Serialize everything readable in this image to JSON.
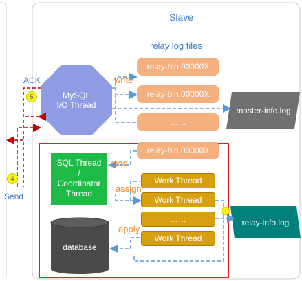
{
  "slave": {
    "title": "Slave"
  },
  "relay_log": {
    "title": "relay log files",
    "files": [
      "relay-bin.00000X",
      "relay-bin.00000X",
      "……",
      "relay-bin.00000X"
    ]
  },
  "io_thread": {
    "label_line1": "MySQL",
    "label_line2": "I/O Thread"
  },
  "master_info": {
    "label": "master-info.log"
  },
  "relay_info": {
    "label": "relay-info.log"
  },
  "sql_thread": {
    "line1": "SQL Thread",
    "line2": "/",
    "line3": "Coordinator",
    "line4": "Thread"
  },
  "work_threads": [
    "Work Thread",
    "Work Thread",
    "……",
    "Work Thread"
  ],
  "database": {
    "label": "database"
  },
  "arrows": {
    "write": "write",
    "read": "read",
    "assign": "assign",
    "apply": "apply"
  },
  "master_side": {
    "ack": "ACK",
    "send": "Send",
    "badge_ack": "5",
    "badge_send": "4"
  },
  "colors": {
    "relay": "#f5b07f",
    "work": "#d6a011",
    "sql_thread": "#1fbb47",
    "io_thread": "#8e9de3",
    "master_info": "#707070",
    "relay_info": "#00807b",
    "database": "#4a4a4a",
    "highlight_frame": "#e21e26"
  }
}
